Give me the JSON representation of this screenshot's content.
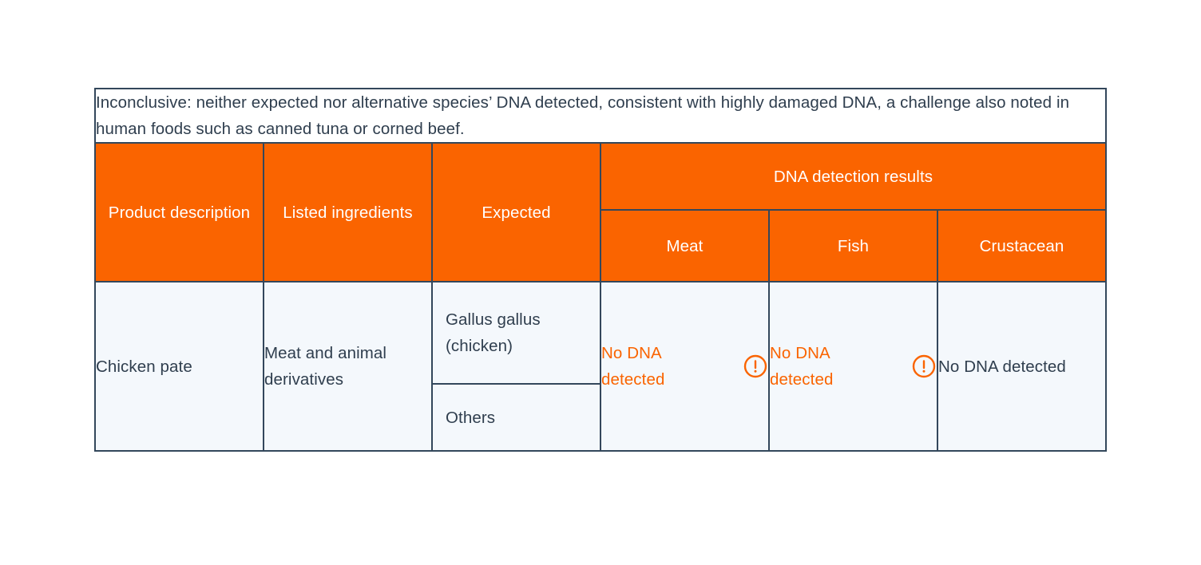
{
  "table": {
    "note": "Inconclusive: neither expected nor alternative species’ DNA detected, consistent with highly damaged DNA, a challenge also noted in human foods such as canned tuna or corned beef.",
    "headers": {
      "product_description": "Product description",
      "listed_ingredients": "Listed ingredients",
      "expected": "Expected",
      "dna_group": "DNA detection results",
      "meat": "Meat",
      "fish": "Fish",
      "crustacean": "Crustacean"
    },
    "row": {
      "product_description": "Chicken pate",
      "listed_ingredients": "Meat and animal derivatives",
      "expected_primary": "Gallus gallus (chicken)",
      "expected_secondary": "Others",
      "meat_result": "No DNA detected",
      "meat_alert": true,
      "fish_result": "No DNA detected",
      "fish_alert": true,
      "crustacean_result": "No DNA detected",
      "crustacean_alert": false
    },
    "icons": {
      "alert": "alert-circle-icon"
    },
    "colors": {
      "header_background": "#FA6400",
      "header_text": "#FFFFFF",
      "body_background": "#F4F8FC",
      "body_text": "#2F3E4E",
      "border": "#33475B",
      "alert_text": "#FA6400",
      "note_background": "#FFFFFF"
    }
  }
}
